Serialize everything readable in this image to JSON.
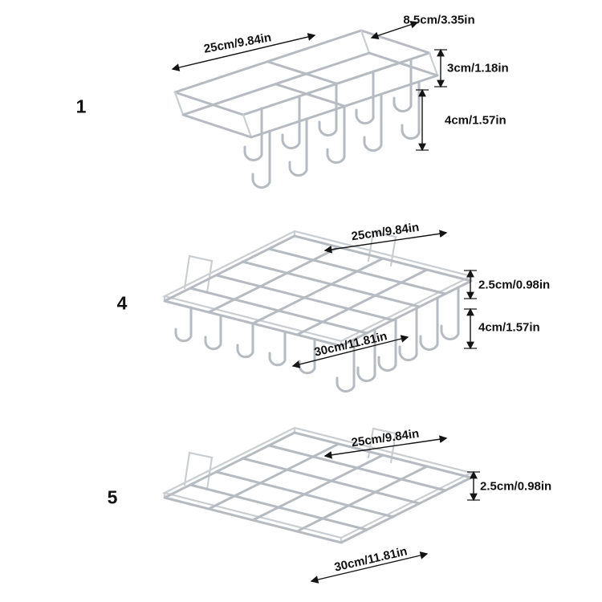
{
  "colors": {
    "wire": "#b5bbc1",
    "dimension_text": "#121212",
    "background": "#ffffff"
  },
  "items": [
    {
      "number": "1",
      "dims": {
        "width": "25cm/9.84in",
        "depth": "8.5cm/3.35in",
        "frame_gap": "3cm/1.18in",
        "hook_height": "4cm/1.57in"
      }
    },
    {
      "number": "4",
      "dims": {
        "width": "25cm/9.84in",
        "lip_height": "2.5cm/0.98in",
        "hook_height": "4cm/1.57in",
        "length": "30cm/11.81in"
      }
    },
    {
      "number": "5",
      "dims": {
        "width": "25cm/9.84in",
        "lip_height": "2.5cm/0.98in",
        "length": "30cm/11.81in"
      }
    }
  ]
}
